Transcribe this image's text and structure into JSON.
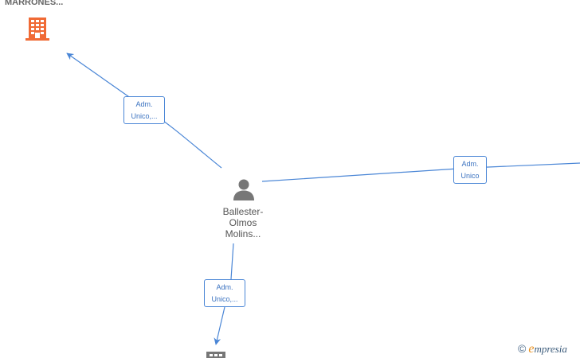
{
  "nodes": {
    "company_top": {
      "label": "MARRONES...",
      "icon": "building-icon",
      "color": "#f06a35"
    },
    "person_center": {
      "label_lines": [
        "Ballester-",
        "Olmos",
        "Molins..."
      ],
      "icon": "person-icon",
      "color": "#777777"
    },
    "company_bottom": {
      "icon": "building-icon",
      "color": "#777777"
    }
  },
  "edges": [
    {
      "id": "e1",
      "from": "person_center",
      "to": "company_top",
      "label_lines": [
        "Adm.",
        "Unico,..."
      ]
    },
    {
      "id": "e2",
      "from": "person_center",
      "to": "offscreen_right",
      "label_lines": [
        "Adm.",
        "Unico"
      ]
    },
    {
      "id": "e3",
      "from": "person_center",
      "to": "company_bottom",
      "label_lines": [
        "Adm.",
        "Unico,..."
      ]
    }
  ],
  "colors": {
    "edge": "#4a86d6",
    "edge_label_text": "#3a72c0"
  },
  "brand": {
    "copyright": "©",
    "first_letter": "e",
    "rest": "mpresia"
  }
}
